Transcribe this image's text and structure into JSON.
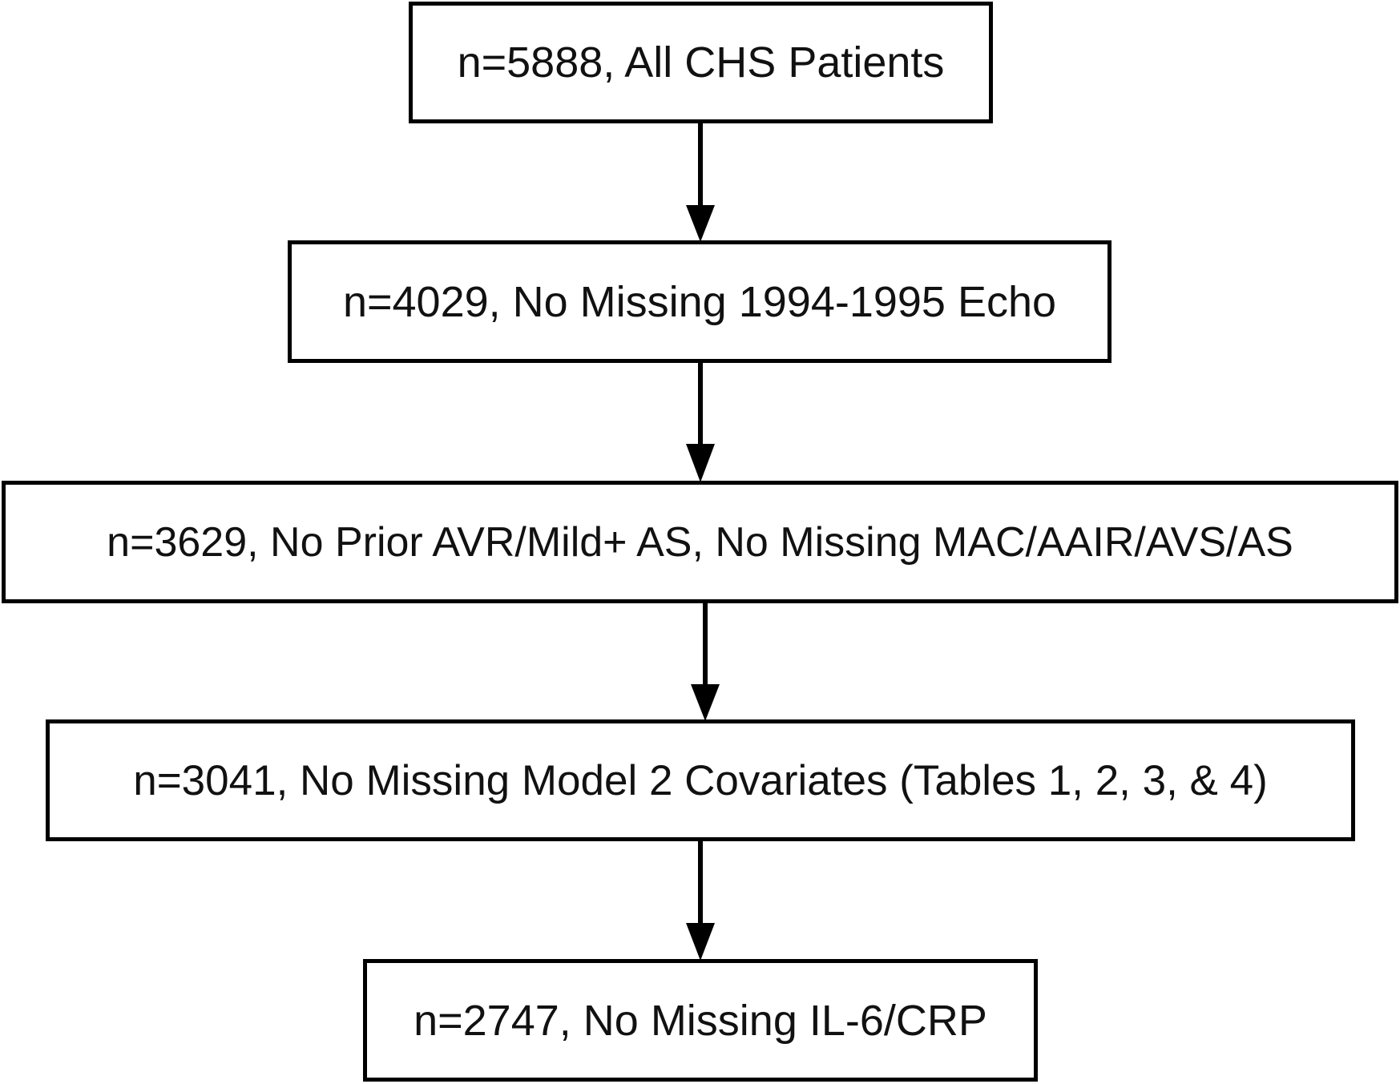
{
  "flowchart": {
    "steps": [
      {
        "label": "n=5888, All CHS Patients"
      },
      {
        "label": "n=4029, No Missing 1994-1995 Echo"
      },
      {
        "label": "n=3629, No Prior AVR/Mild+ AS, No Missing MAC/AAIR/AVS/AS"
      },
      {
        "label": "n=3041, No Missing Model 2 Covariates (Tables 1, 2, 3, & 4)"
      },
      {
        "label": "n=2747, No Missing IL-6/CRP"
      }
    ]
  },
  "colors": {
    "border": "#000000",
    "text": "#111111",
    "background": "#ffffff"
  }
}
